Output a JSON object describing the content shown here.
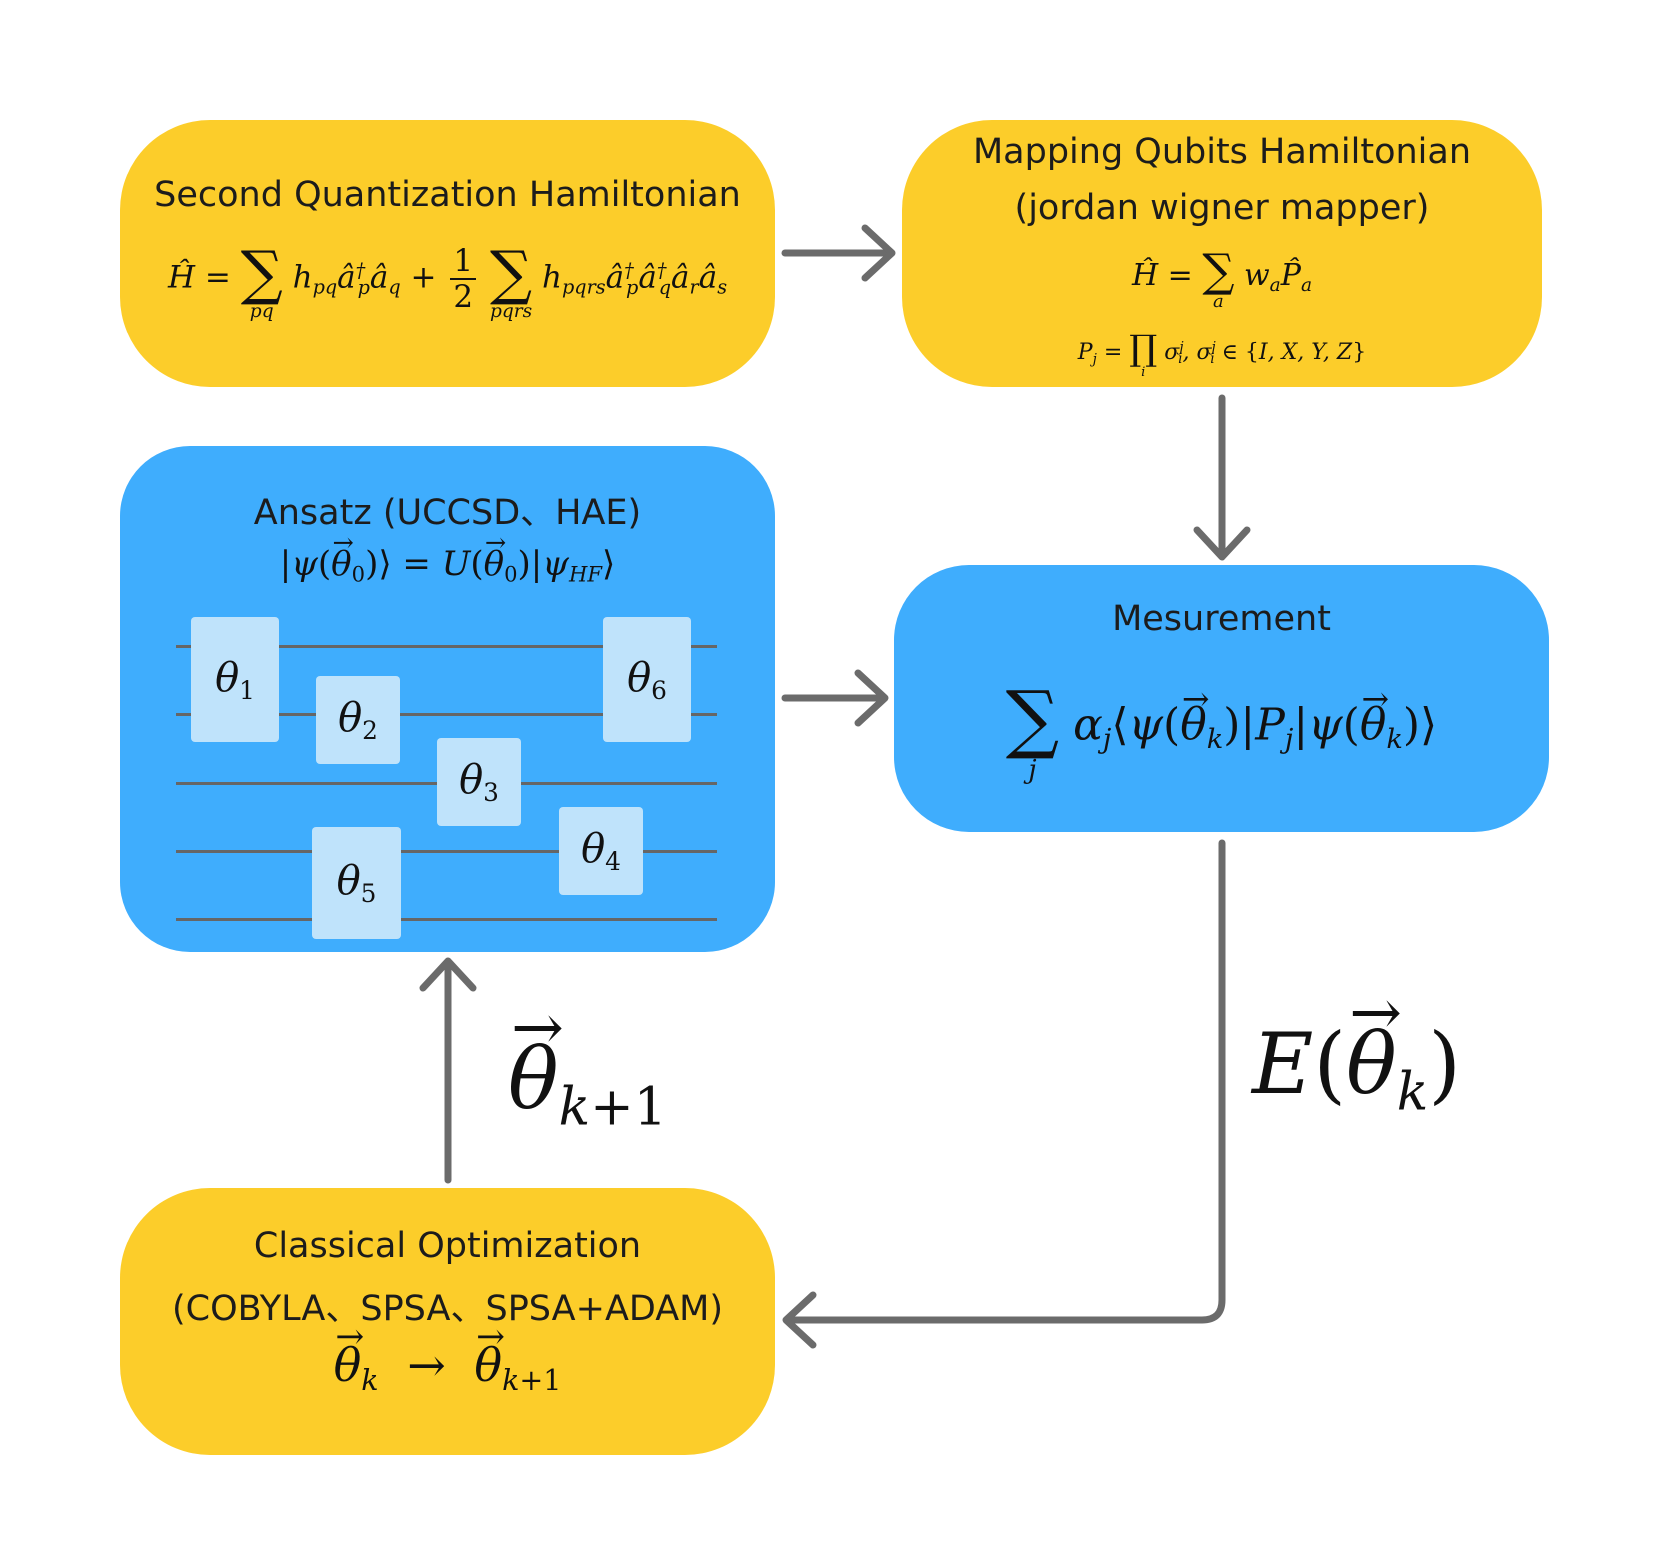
{
  "boxes": {
    "second_quantization": {
      "title": "Second Quantization Hamiltonian",
      "formula": "Ĥ = Σ_pq h_pq â†_p â_q + 1/2 Σ_pqrs h_pqrs â†_p â†_q â_r â_s"
    },
    "mapping": {
      "title_line1": "Mapping Qubits Hamiltonian",
      "title_line2": "(jordan wigner mapper)",
      "formula1": "Ĥ = Σ_a w_a P̂_a",
      "formula2": "P_j = Π_i σ_i^j, σ_i^j ∈ {I, X, Y, Z}"
    },
    "ansatz": {
      "title": "Ansatz (UCCSD、HAE)",
      "formula": "|ψ(θ⃗_0)⟩ = U(θ⃗_0)|ψ_HF⟩",
      "gates": [
        "θ1",
        "θ2",
        "θ3",
        "θ4",
        "θ5",
        "θ6"
      ]
    },
    "measurement": {
      "title": "Mesurement",
      "formula": "Σ_j α_j ⟨ψ(θ⃗_k)|P_j|ψ(θ⃗_k)⟩"
    },
    "optimization": {
      "title_line1": "Classical Optimization",
      "title_line2": "(COBYLA、SPSA、SPSA+ADAM)",
      "formula": "θ⃗_k → θ⃗_k+1"
    }
  },
  "edge_labels": {
    "energy": "E(θ⃗_k)",
    "next_params": "θ⃗_k+1"
  },
  "colors": {
    "yellow": "#fccd2a",
    "blue": "#3fadfd",
    "gate": "#bfe3fb",
    "arrow": "#666666"
  }
}
